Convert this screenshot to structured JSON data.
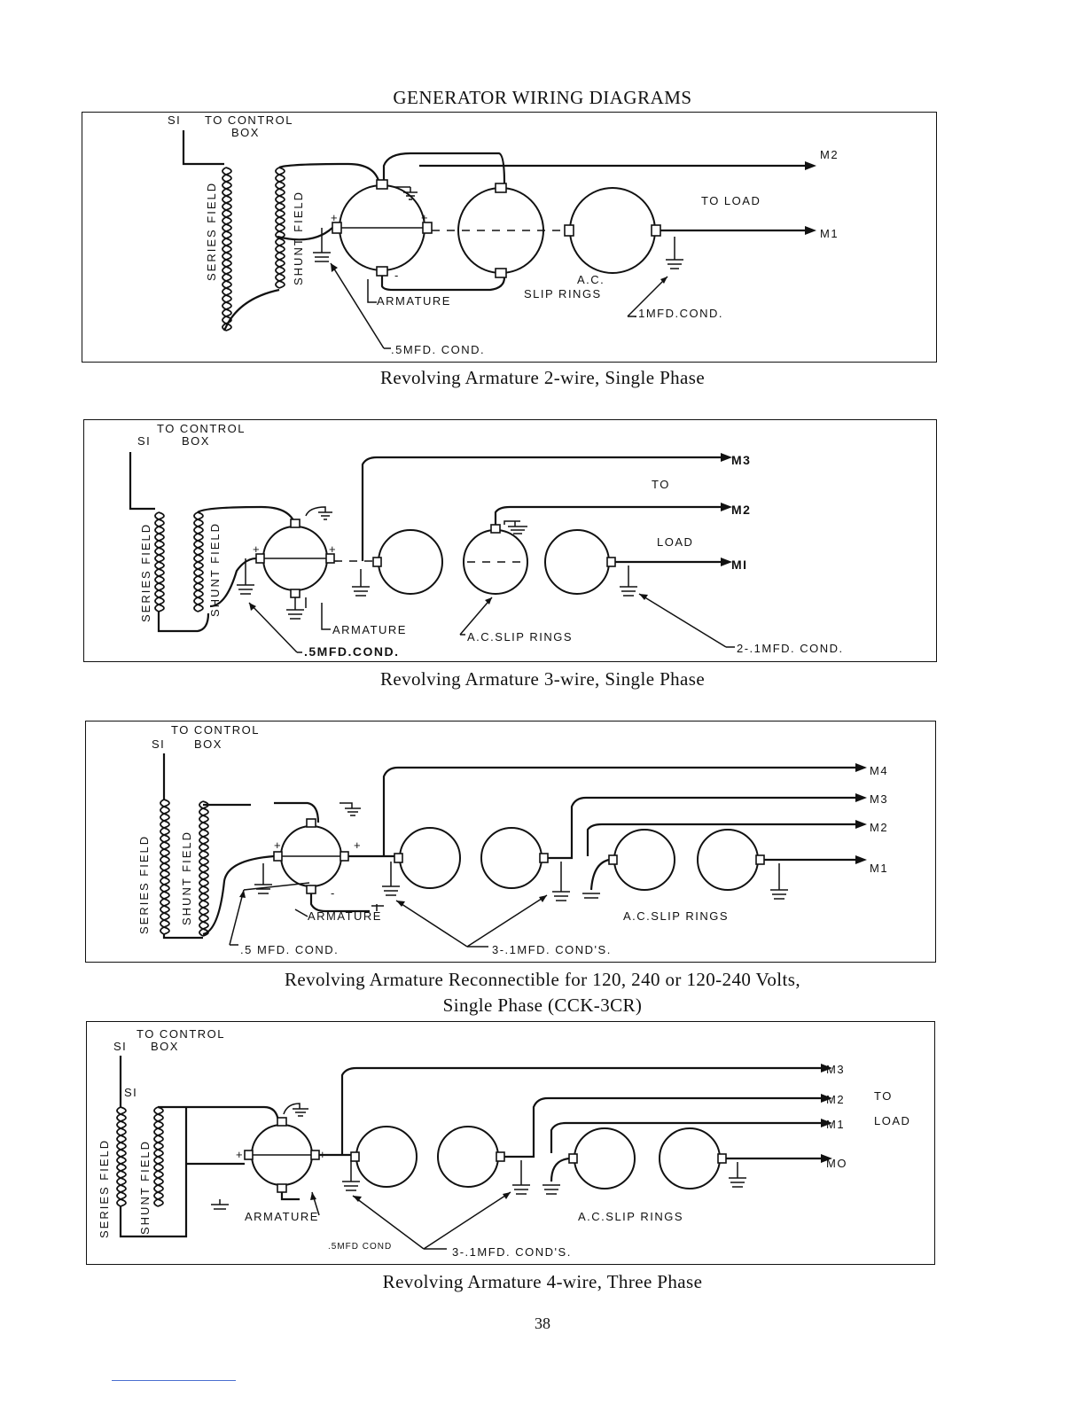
{
  "page": {
    "title": "GENERATOR WIRING DIAGRAMS",
    "page_number": "38"
  },
  "diagrams": [
    {
      "caption_lines": [
        "Revolving Armature 2-wire, Single Phase"
      ],
      "labels": {
        "s1": "SI",
        "control_line1": "TO CONTROL",
        "control_line2": "BOX",
        "series_field": "SERIES FIELD",
        "shunt_field": "SHUNT FIELD",
        "armature": "ARMATURE",
        "slip_line1": "A.C.",
        "slip_line2": "SLIP RINGS",
        "cond_1": ".1MFD.COND.",
        "cond_5": ".5MFD. COND.",
        "to_load": "TO LOAD",
        "m2": "M2",
        "m1": "M1"
      }
    },
    {
      "caption_lines": [
        "Revolving Armature 3-wire, Single Phase"
      ],
      "labels": {
        "control_line1": "TO CONTROL",
        "s1": "SI",
        "control_line2": "BOX",
        "series_field": "SERIES FIELD",
        "shunt_field": "SHUNT FIELD",
        "armature": "ARMATURE",
        "slip": "A.C.SLIP RINGS",
        "cond_5": ".5MFD.COND.",
        "cond_1": "2-.1MFD. COND.",
        "to": "TO",
        "load": "LOAD",
        "m3": "M3",
        "m2": "M2",
        "m1": "MI"
      }
    },
    {
      "caption_lines": [
        "Revolving Armature Reconnectible for 120, 240 or 120-240 Volts,",
        "Single Phase (CCK-3CR)"
      ],
      "labels": {
        "control_line1": "TO CONTROL",
        "s1": "SI",
        "control_line2": "BOX",
        "series_field": "SERIES FIELD",
        "shunt_field": "SHUNT FIELD",
        "armature": "ARMATURE",
        "slip": "A.C.SLIP RINGS",
        "cond_5": ".5 MFD. COND.",
        "cond_1": "3-.1MFD. COND'S.",
        "m4": "M4",
        "m3": "M3",
        "m2": "M2",
        "m1": "M1"
      }
    },
    {
      "caption_lines": [
        "Revolving Armature 4-wire, Three Phase"
      ],
      "labels": {
        "control_line1": "TO CONTROL",
        "s1": "SI",
        "control_line2": "BOX",
        "s1b": "SI",
        "series_field": "SERIES FIELD",
        "shunt_field": "SHUNT FIELD",
        "armature": "ARMATURE",
        "slip": "A.C.SLIP RINGS",
        "cond_5": ".5MFD COND",
        "cond_1": "3-.1MFD. COND'S.",
        "to": "TO",
        "load": "LOAD",
        "m3": "M3",
        "m2": "M2",
        "m1": "M1",
        "m0": "MO"
      }
    }
  ]
}
